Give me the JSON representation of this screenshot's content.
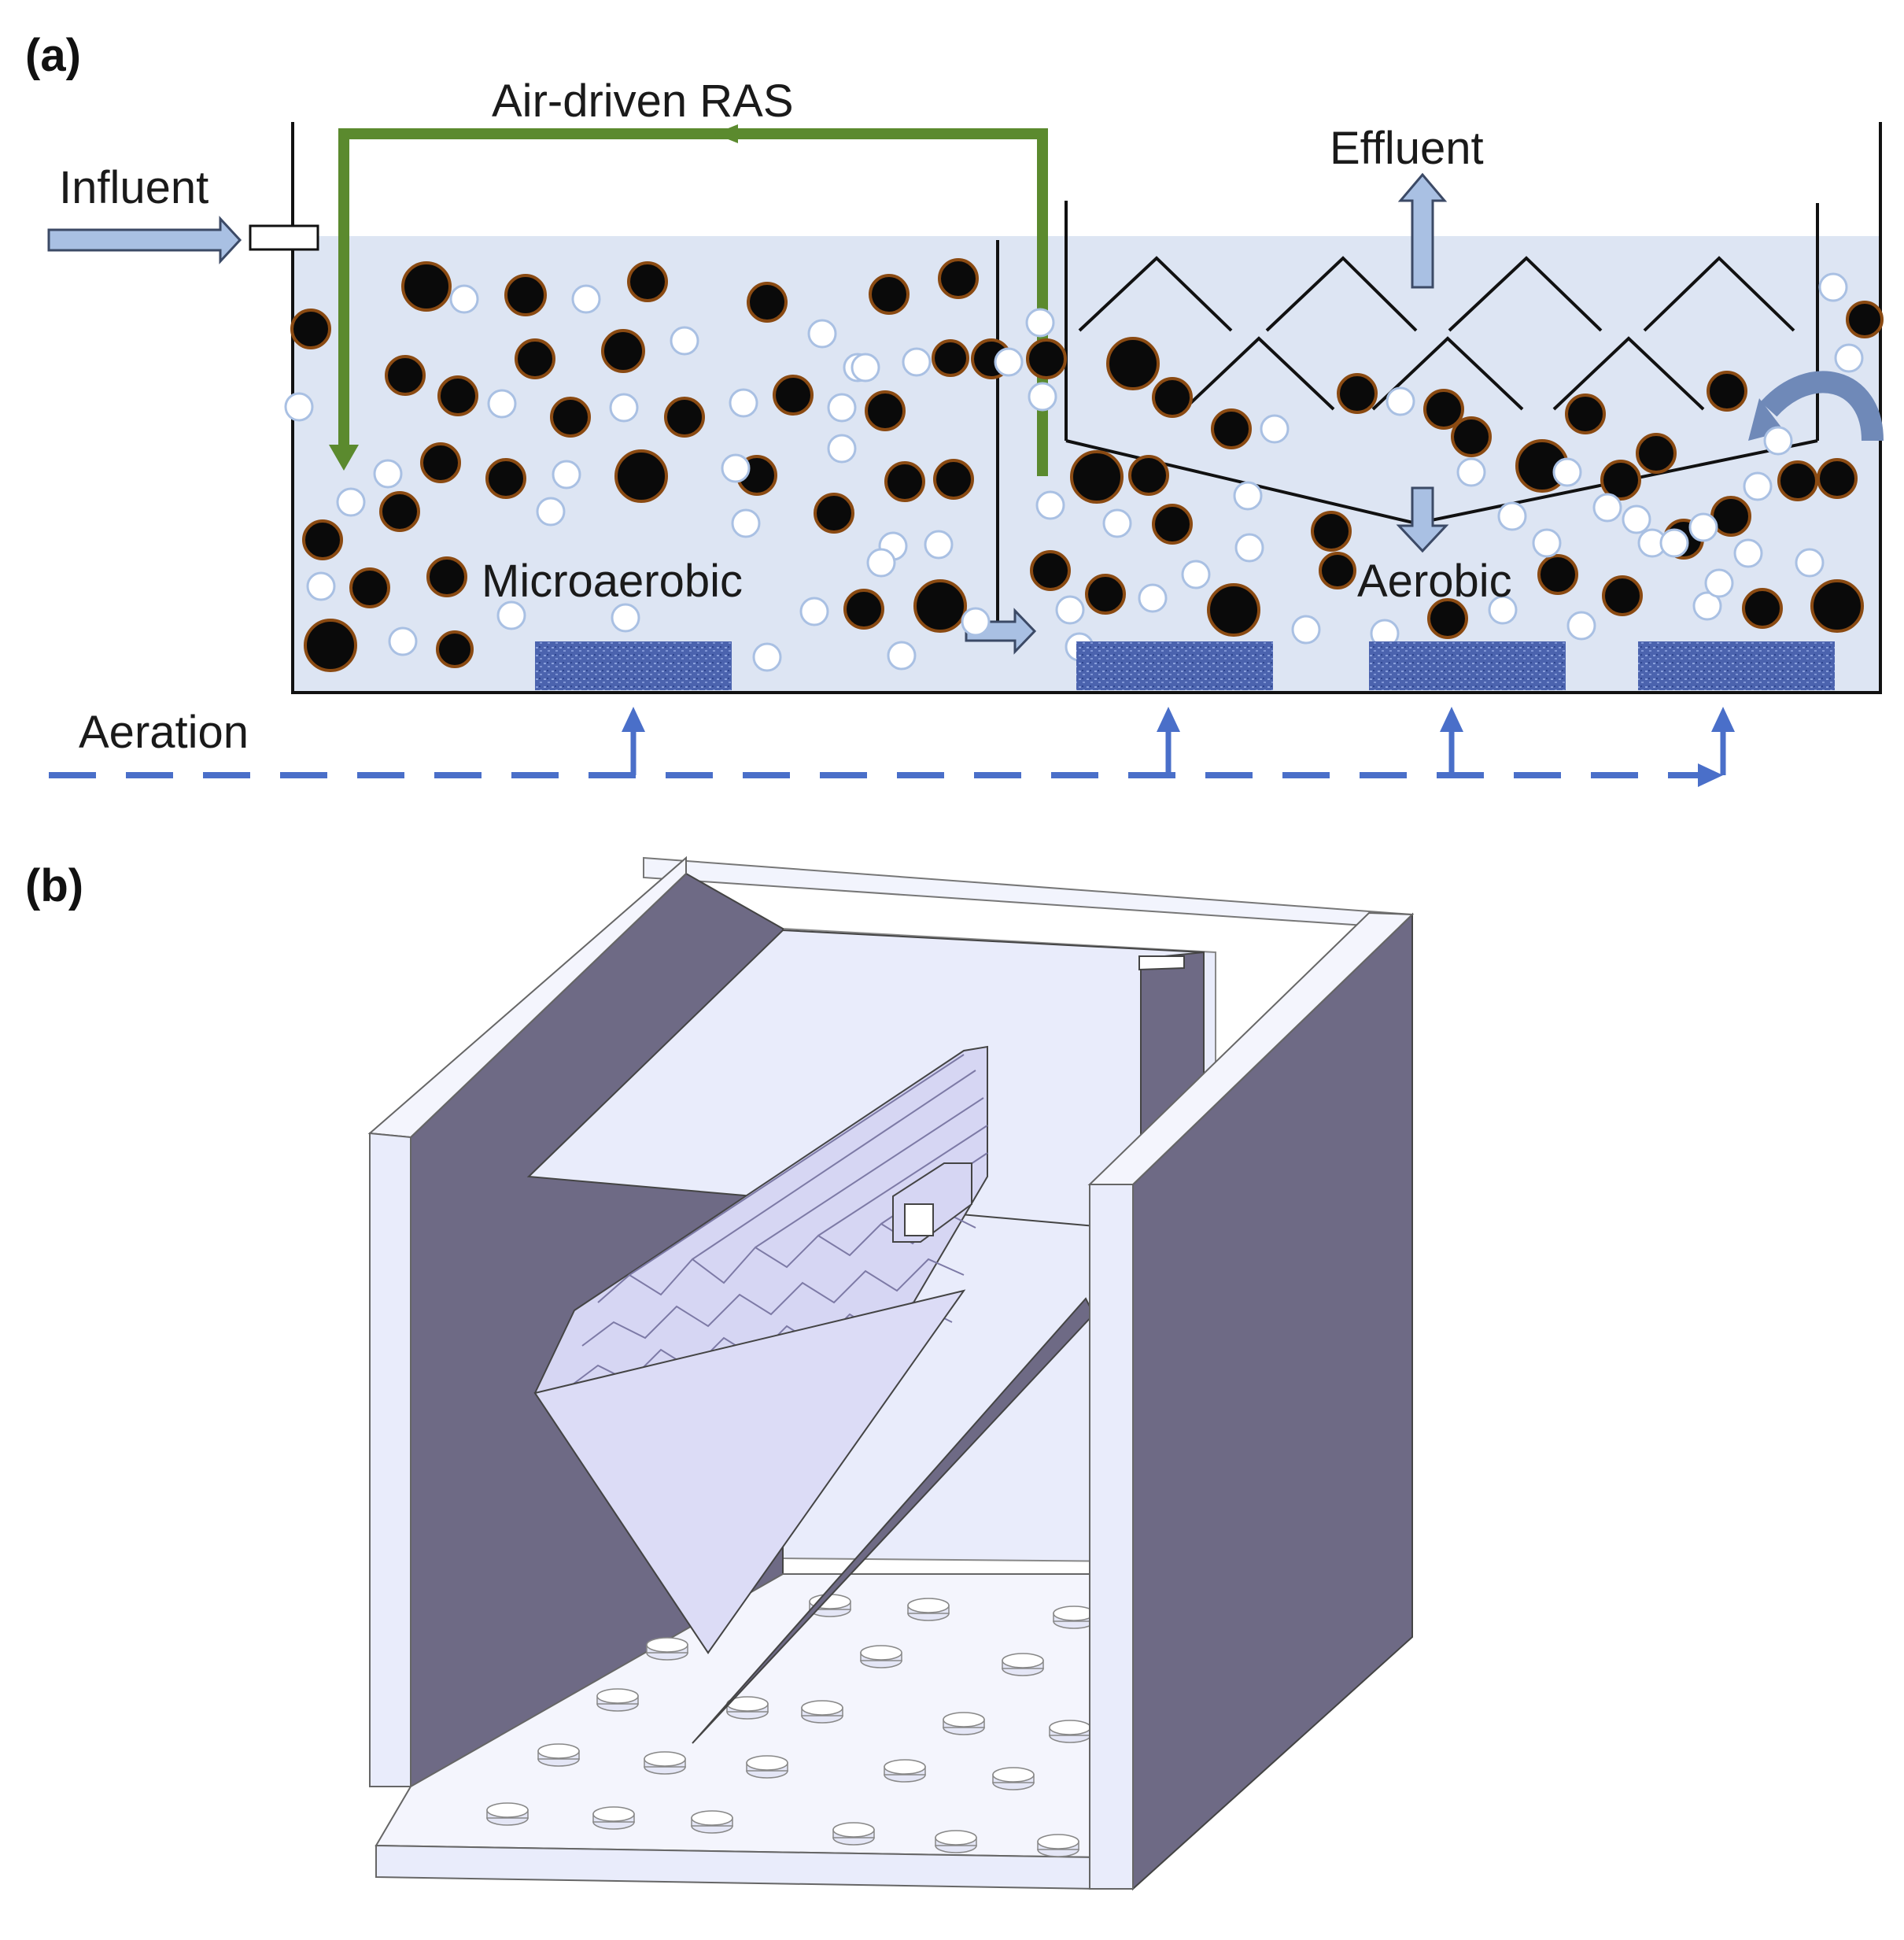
{
  "panel_a": {
    "label": "(a)",
    "ras_label": "Air-driven RAS",
    "influent_label": "Influent",
    "effluent_label": "Effluent",
    "microaerobic_label": "Microaerobic",
    "aerobic_label": "Aerobic",
    "aeration_label": "Aeration"
  },
  "panel_b": {
    "label": "(b)"
  },
  "colors": {
    "water": "#dde5f3",
    "ras_pipe": "#5b8a2e",
    "aeration_line": "#4a6fc9",
    "flow_arrow": "#a9c0e3",
    "diffuser": "#3e5aa8",
    "sludge_core": "#0a0a0a",
    "sludge_rim": "#8a4a12",
    "bubble_stroke": "#a9c0e3",
    "wall_dark": "#6e6a85",
    "wall_light": "#e9ecfb",
    "plate": "#d6d6f3"
  }
}
